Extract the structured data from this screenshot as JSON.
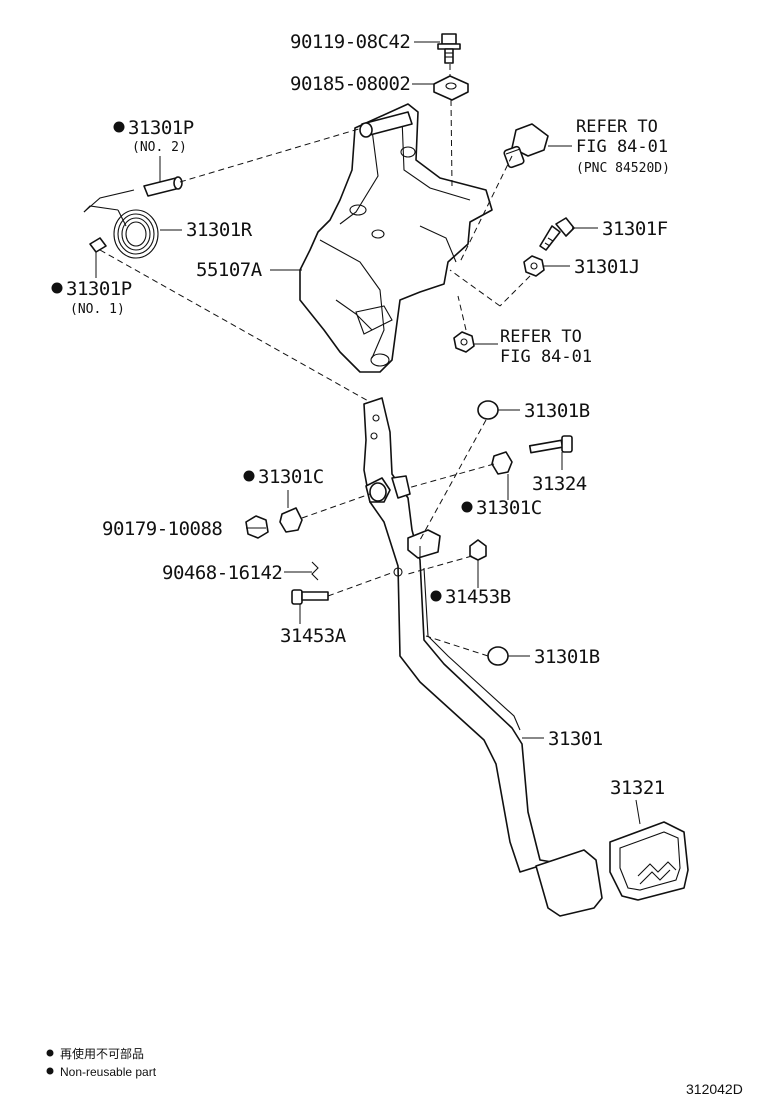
{
  "labels": {
    "p90119": "90119-08C42",
    "p90185": "90185-08002",
    "p31301P_2": "31301P",
    "no2": "(NO. 2)",
    "p31301R": "31301R",
    "p55107A": "55107A",
    "p31301P_1": "31301P",
    "no1": "(NO. 1)",
    "refer1_a": "REFER TO",
    "refer1_b": "FIG 84-01",
    "refer1_c": "(PNC 84520D)",
    "p31301F": "31301F",
    "p31301J": "31301J",
    "refer2_a": "REFER TO",
    "refer2_b": "FIG 84-01",
    "p31301B_top": "31301B",
    "p31324": "31324",
    "p31301C_left": "31301C",
    "p90179": "90179-10088",
    "p31301C_right": "31301C",
    "p90468": "90468-16142",
    "p31453B": "31453B",
    "p31453A": "31453A",
    "p31301B_mid": "31301B",
    "p31301": "31301",
    "p31321": "31321"
  },
  "legend": {
    "cn": "再使用不可部品",
    "en": "Non-reusable part"
  },
  "diagram_code": "312042D"
}
